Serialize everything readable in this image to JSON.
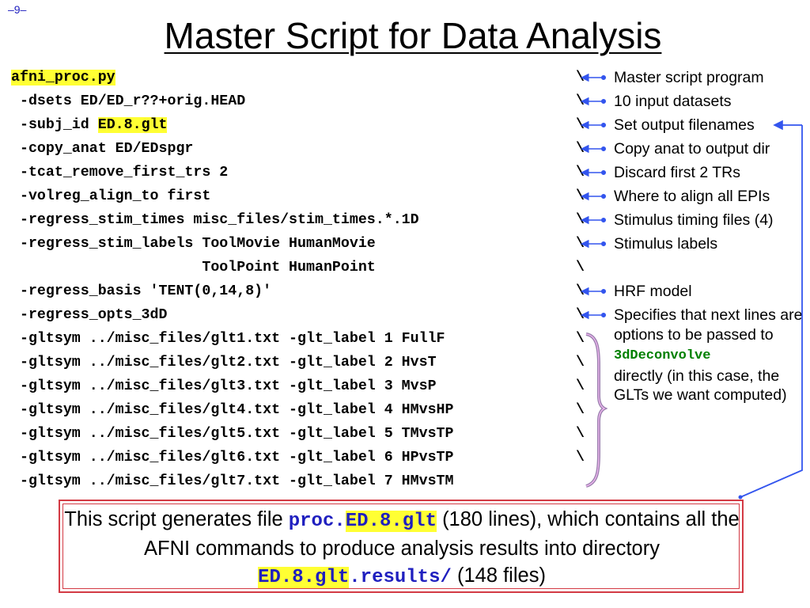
{
  "slide": {
    "number": "–9–",
    "title": "Master Script for Data Analysis"
  },
  "code": {
    "l0": "afni_proc.py",
    "l1": " -dsets ED/ED_r??+orig.HEAD",
    "l2a": " -subj_id ",
    "l2b": "ED.8.glt",
    "l3": " -copy_anat ED/EDspgr",
    "l4": " -tcat_remove_first_trs 2",
    "l5": " -volreg_align_to first",
    "l6": " -regress_stim_times misc_files/stim_times.*.1D",
    "l7": " -regress_stim_labels ToolMovie HumanMovie",
    "l8": "                      ToolPoint HumanPoint",
    "l9": " -regress_basis 'TENT(0,14,8)'",
    "l10": " -regress_opts_3dD",
    "l11": " -gltsym ../misc_files/glt1.txt -glt_label 1 FullF",
    "l12": " -gltsym ../misc_files/glt2.txt -glt_label 2 HvsT",
    "l13": " -gltsym ../misc_files/glt3.txt -glt_label 3 MvsP",
    "l14": " -gltsym ../misc_files/glt4.txt -glt_label 4 HMvsHP",
    "l15": " -gltsym ../misc_files/glt5.txt -glt_label 5 TMvsTP",
    "l16": " -gltsym ../misc_files/glt6.txt -glt_label 6 HPvsTP",
    "l17": " -gltsym ../misc_files/glt7.txt -glt_label 7 HMvsTM",
    "backslash": "\\"
  },
  "notes": {
    "n0": "Master script program",
    "n1": "10 input datasets",
    "n2": "Set output filenames",
    "n3": "Copy anat to output dir",
    "n4": "Discard first 2 TRs",
    "n5": "Where to align all EPIs",
    "n6": "Stimulus timing files (4)",
    "n7": "Stimulus labels",
    "n9": "HRF model",
    "n10a": "Specifies that next lines are options to be passed to",
    "n10b": "3dDeconvolve",
    "n10c": "directly (in this case, the GLTs we want computed)"
  },
  "summary": {
    "t1": "This script generates file ",
    "m1": "proc.",
    "m2": "ED.8.glt",
    "t2": " (180 lines), which contains all the AFNI commands to produce analysis results into directory ",
    "m3": "ED.8.glt",
    "m4": ".results/",
    "t3": " (148 files)"
  },
  "colors": {
    "arrow": "#3355ee",
    "highlight": "#ffff33",
    "box_border": "#d33a44",
    "mono_blue": "#1f1fbf",
    "mono_green": "#008000"
  }
}
